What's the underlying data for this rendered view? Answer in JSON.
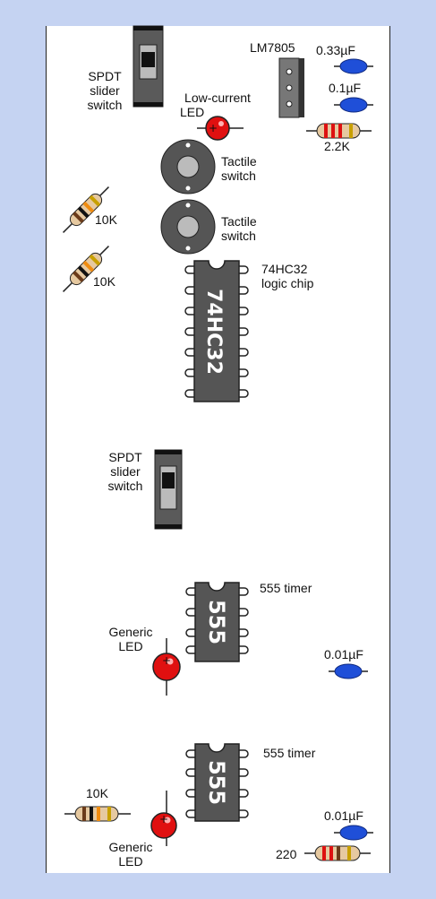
{
  "colors": {
    "background": "#c5d3f2",
    "board": "#ffffff",
    "chip": "#555555",
    "led": "#e01010",
    "capacitor": "#1f4fd8",
    "resistor_body": "#e6c9a0"
  },
  "labels": {
    "spdt_top": [
      "SPDT",
      "slider",
      "switch"
    ],
    "lm7805": "LM7805",
    "cap_033": "0.33µF",
    "cap_01": "0.1µF",
    "low_current_led": [
      "Low-current",
      "LED"
    ],
    "res_22k": "2.2K",
    "tactile_1": [
      "Tactile",
      "switch"
    ],
    "tactile_2": [
      "Tactile",
      "switch"
    ],
    "res_10k_1": "10K",
    "res_10k_2": "10K",
    "chip_74hc32_desc": [
      "74HC32",
      "logic chip"
    ],
    "chip_74hc32_mark": "74HC32",
    "spdt_mid": [
      "SPDT",
      "slider",
      "switch"
    ],
    "timer_1_desc": "555 timer",
    "timer_1_mark": "555",
    "generic_led_1": [
      "Generic",
      "LED"
    ],
    "cap_001_1": "0.01µF",
    "timer_2_desc": "555 timer",
    "timer_2_mark": "555",
    "res_10k_3": "10K",
    "cap_001_2": "0.01µF",
    "generic_led_2": [
      "Generic",
      "LED"
    ],
    "res_220": "220"
  }
}
